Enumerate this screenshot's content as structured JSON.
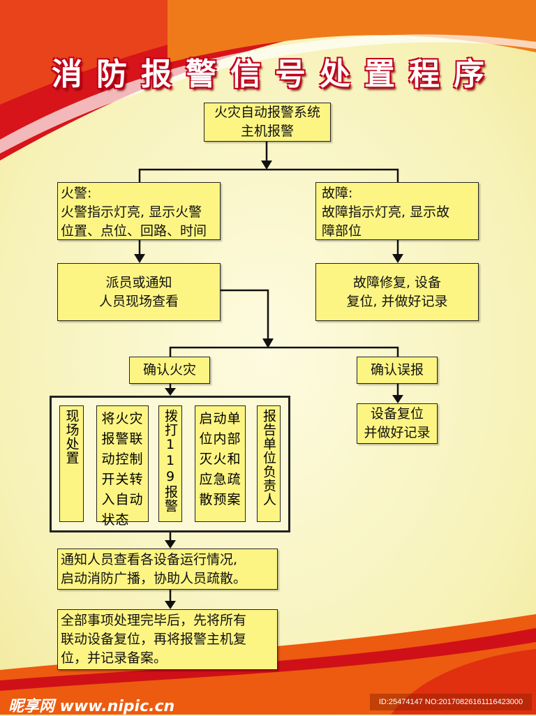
{
  "title": "消防报警信号处置程序",
  "nodes": {
    "alarm_host": [
      "火灾自动报警系统",
      "主机报警"
    ],
    "fire": [
      "火警:",
      "火警指示灯亮, 显示火警",
      "位置、点位、回路、时间"
    ],
    "fault": [
      "故障:",
      "故障指示灯亮, 显示故",
      "障部位"
    ],
    "dispatch": [
      "派员或通知",
      "人员现场查看"
    ],
    "fault_repair": [
      "故障修复, 设备",
      "复位, 并做好记录"
    ],
    "confirm_fire": "确认火灾",
    "confirm_false": "确认误报",
    "device_reset": [
      "设备复位",
      "并做好记录"
    ],
    "actions": {
      "onsite": "现场处置",
      "linkage": [
        "将火灾",
        "报警联",
        "动控制",
        "开关转",
        "入自动",
        "状态"
      ],
      "call119": "拨打119报警",
      "plan": [
        "启动单",
        "位内部",
        "灭火和",
        "应急疏",
        "散预案"
      ],
      "report": "报告单位负责人"
    },
    "notify": [
      "通知人员查看各设备运行情况,",
      "启动消防广播，协助人员疏散。"
    ],
    "final": [
      "全部事项处理完毕后，先将所有",
      "联动设备复位，再将报警主机复",
      "位，并记录备案。"
    ]
  },
  "footer": {
    "brand": "昵享网 www.nipic.cn",
    "id": "ID:25474147 NO:20170826161116423000"
  }
}
